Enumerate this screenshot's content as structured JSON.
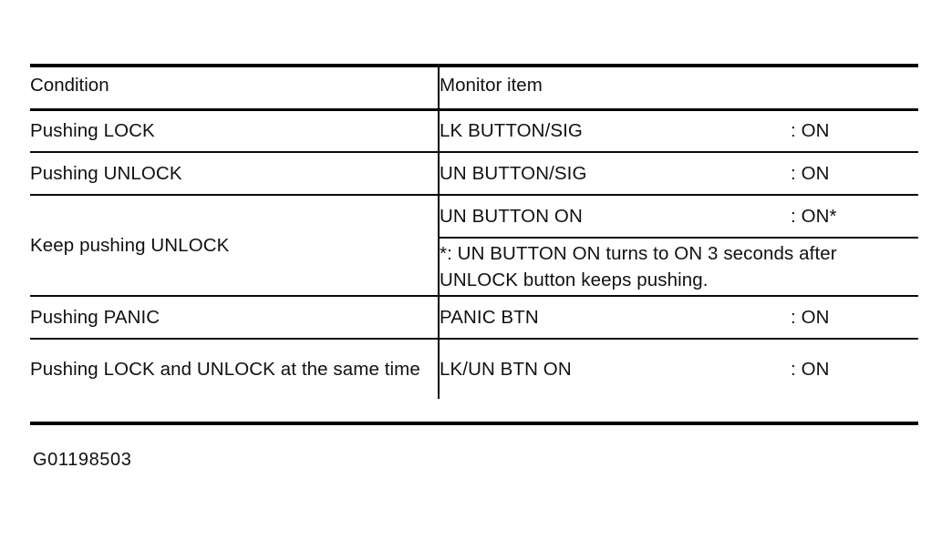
{
  "table": {
    "headers": {
      "condition": "Condition",
      "monitor_item": "Monitor item"
    },
    "rows": [
      {
        "condition": "Pushing LOCK",
        "monitor_label": "LK BUTTON/SIG",
        "monitor_value": ": ON"
      },
      {
        "condition": "Pushing UNLOCK",
        "monitor_label": "UN BUTTON/SIG",
        "monitor_value": ": ON"
      },
      {
        "condition": "Keep pushing UNLOCK",
        "monitor_label": "UN BUTTON ON",
        "monitor_value": ": ON*",
        "note": "*: UN BUTTON ON turns to ON 3 seconds after UNLOCK button keeps pushing."
      },
      {
        "condition": "Pushing PANIC",
        "monitor_label": "PANIC BTN",
        "monitor_value": ": ON"
      },
      {
        "condition": "Pushing LOCK and UNLOCK at the same time",
        "monitor_label": "LK/UN BTN ON",
        "monitor_value": ": ON"
      }
    ]
  },
  "figure_id": "G01198503"
}
